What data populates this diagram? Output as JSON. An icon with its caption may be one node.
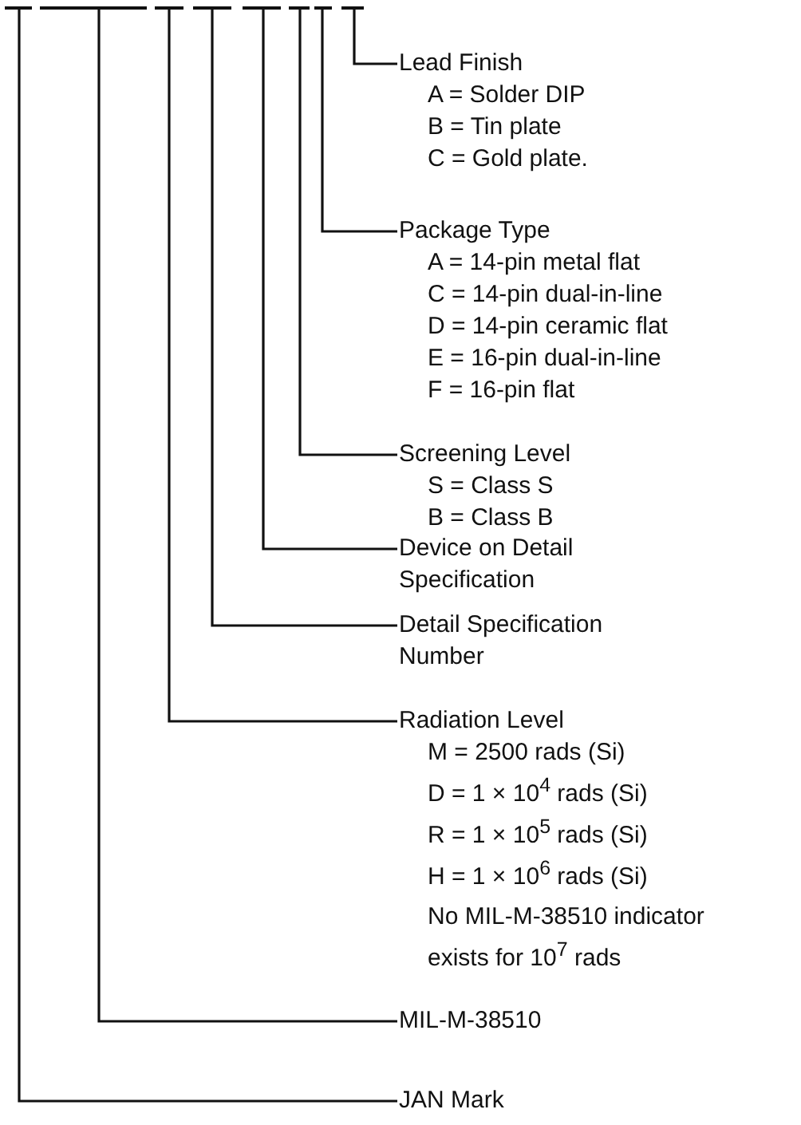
{
  "diagram": {
    "nodes": [
      {
        "text": [
          "Lead Finish",
          "A = Solder DIP",
          "B = Tin plate",
          "C = Gold plate."
        ]
      },
      {
        "text": [
          "Package Type",
          "A = 14-pin metal flat",
          "C = 14-pin dual-in-line",
          "D = 14-pin ceramic flat",
          "E = 16-pin dual-in-line",
          "F = 16-pin flat"
        ]
      },
      {
        "text": [
          "Screening Level",
          "S = Class S",
          "B = Class B"
        ]
      },
      {
        "text": [
          "Device on Detail Specification"
        ]
      },
      {
        "text": [
          "Detail Specification Number"
        ]
      },
      {
        "text": [
          "Radiation Level",
          "M = 2500 rads (Si)",
          "D = 1 × 10$^{4}$ rads (Si)",
          "R = 1 × 10$^{5}$ rads (Si)",
          "H = 1 × 10$^{6}$ rads (Si)",
          "No MIL-M-38510 indicator exists for 10$^{7}$ rads"
        ]
      },
      {
        "text": [
          "MIL-M-38510"
        ]
      },
      {
        "text": [
          "JAN Mark"
        ]
      },
      {
        "text": [],
        "shape": "bar"
      },
      {
        "text": [],
        "shape": "bar"
      },
      {
        "text": [],
        "shape": "bar"
      },
      {
        "text": [],
        "shape": "bar"
      },
      {
        "text": [],
        "shape": "bar"
      },
      {
        "text": [],
        "shape": "bar"
      },
      {
        "text": [],
        "shape": "bar"
      },
      {
        "text": [],
        "shape": "bar"
      }
    ],
    "edges": [
      {
        "from": 0,
        "to": 15,
        "arrow": "none"
      },
      {
        "from": 1,
        "to": 14,
        "arrow": "none"
      },
      {
        "from": 2,
        "to": 13,
        "arrow": "none"
      },
      {
        "from": 3,
        "to": 12,
        "arrow": "none"
      },
      {
        "from": 4,
        "to": 11,
        "arrow": "none"
      },
      {
        "from": 5,
        "to": 10,
        "arrow": "none"
      },
      {
        "from": 6,
        "to": 9,
        "arrow": "none"
      },
      {
        "from": 7,
        "to": 8,
        "arrow": "none"
      }
    ]
  }
}
